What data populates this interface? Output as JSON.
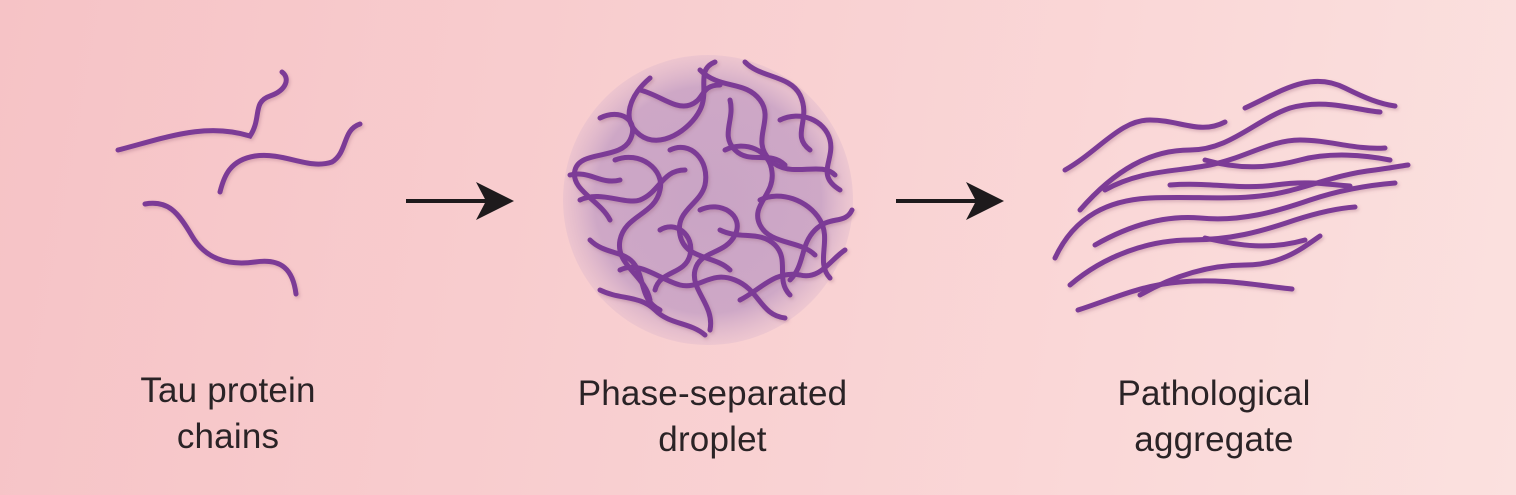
{
  "stages": [
    {
      "label_line1": "Tau protein",
      "label_line2": "chains"
    },
    {
      "label_line1": "Phase-separated",
      "label_line2": "droplet"
    },
    {
      "label_line1": "Pathological",
      "label_line2": "aggregate"
    }
  ],
  "colors": {
    "chain": "#7b3a96",
    "arrow": "#1e1a1c",
    "droplet_fill": "#c7a2c4",
    "text": "#2a2326",
    "background_start": "#f6c3c6",
    "background_end": "#fbe1df"
  }
}
